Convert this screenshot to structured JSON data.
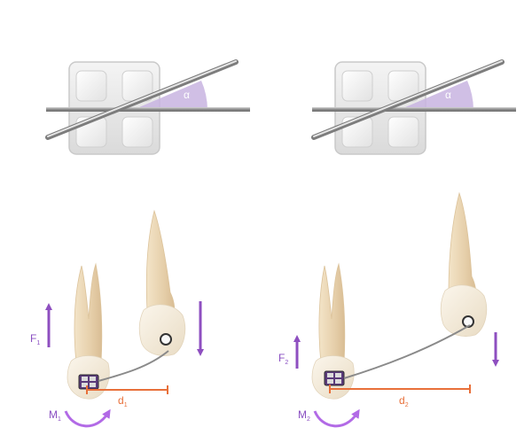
{
  "colors": {
    "bracket_face": "#e8e8e8",
    "bracket_edge": "#bdbdbd",
    "wire": "#8f8f8f",
    "angle_fill": "#c8b4e0",
    "angle_text": "#ffffff",
    "arrow_purple": "#8e4fc0",
    "moment_purple": "#b26ae6",
    "distance_orange": "#e8703a",
    "label_purple": "#8a4fc2",
    "tooth_crown": "#f1e6d2",
    "tooth_root": "#e8d2b0"
  },
  "panels": [
    {
      "angle_label": "α",
      "force_label": "F",
      "force_sub": "1",
      "moment_label": "M",
      "moment_sub": "1",
      "distance_label": "d",
      "distance_sub": "1"
    },
    {
      "angle_label": "α",
      "force_label": "F",
      "force_sub": "2",
      "moment_label": "M",
      "moment_sub": "2",
      "distance_label": "d",
      "distance_sub": "2"
    }
  ],
  "icons": [
    "bracket-icon",
    "archwire-icon",
    "angle-icon",
    "tooth-icon",
    "force-arrow-icon",
    "moment-arrow-icon",
    "distance-bar-icon"
  ]
}
